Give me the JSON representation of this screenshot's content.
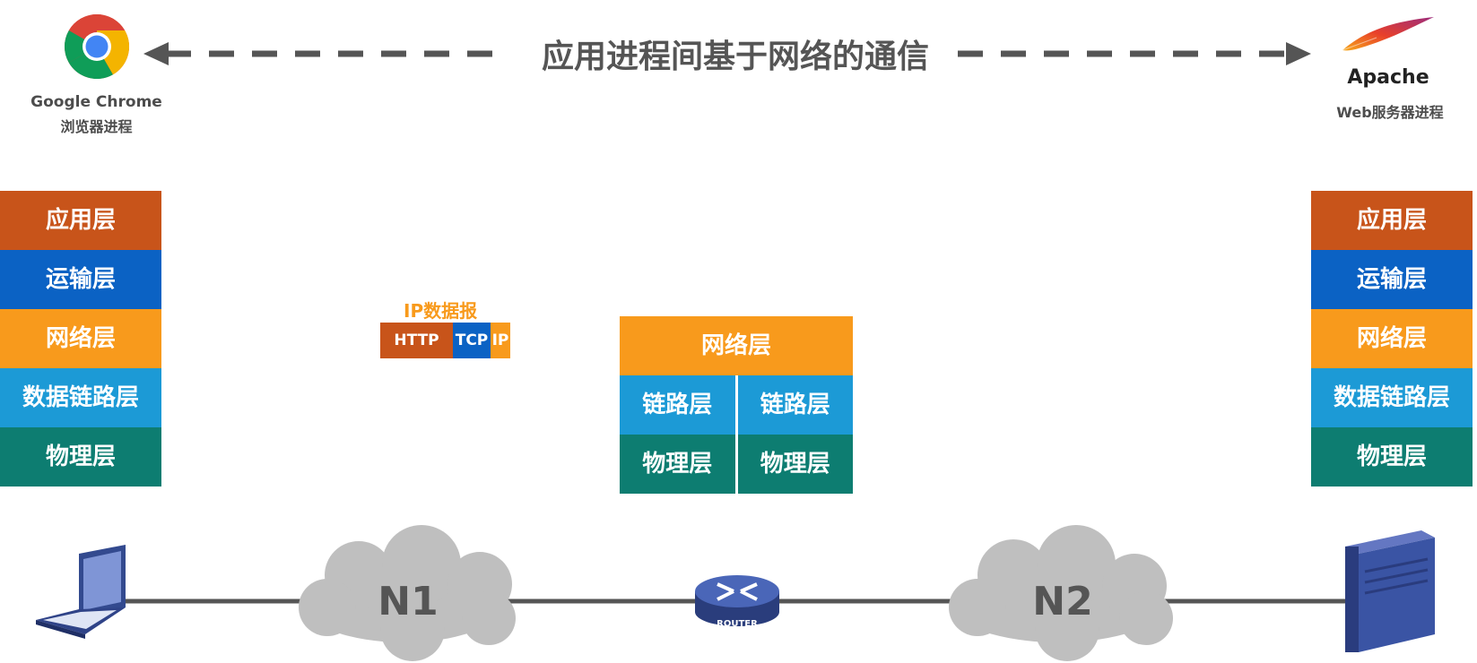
{
  "title": "应用进程间基于网络的通信",
  "client": {
    "app_name": "Google Chrome",
    "app_desc": "浏览器进程"
  },
  "server": {
    "app_name": "Apache",
    "app_desc": "Web服务器进程"
  },
  "left_stack": [
    "应用层",
    "运输层",
    "网络层",
    "数据链路层",
    "物理层"
  ],
  "right_stack": [
    "应用层",
    "运输层",
    "网络层",
    "数据链路层",
    "物理层"
  ],
  "router_stack": {
    "network": "网络层",
    "link_left": "链路层",
    "link_right": "链路层",
    "phy_left": "物理层",
    "phy_right": "物理层"
  },
  "packet": {
    "label": "IP数据报",
    "http": "HTTP",
    "tcp": "TCP",
    "ip": "IP"
  },
  "network": {
    "n1": "N1",
    "n2": "N2",
    "router_label": "ROUTER"
  },
  "colors": {
    "application": "#c8541a",
    "transport": "#0b62c4",
    "network": "#f89a1c",
    "datalink": "#1c9ad6",
    "physical": "#0d7d71"
  }
}
